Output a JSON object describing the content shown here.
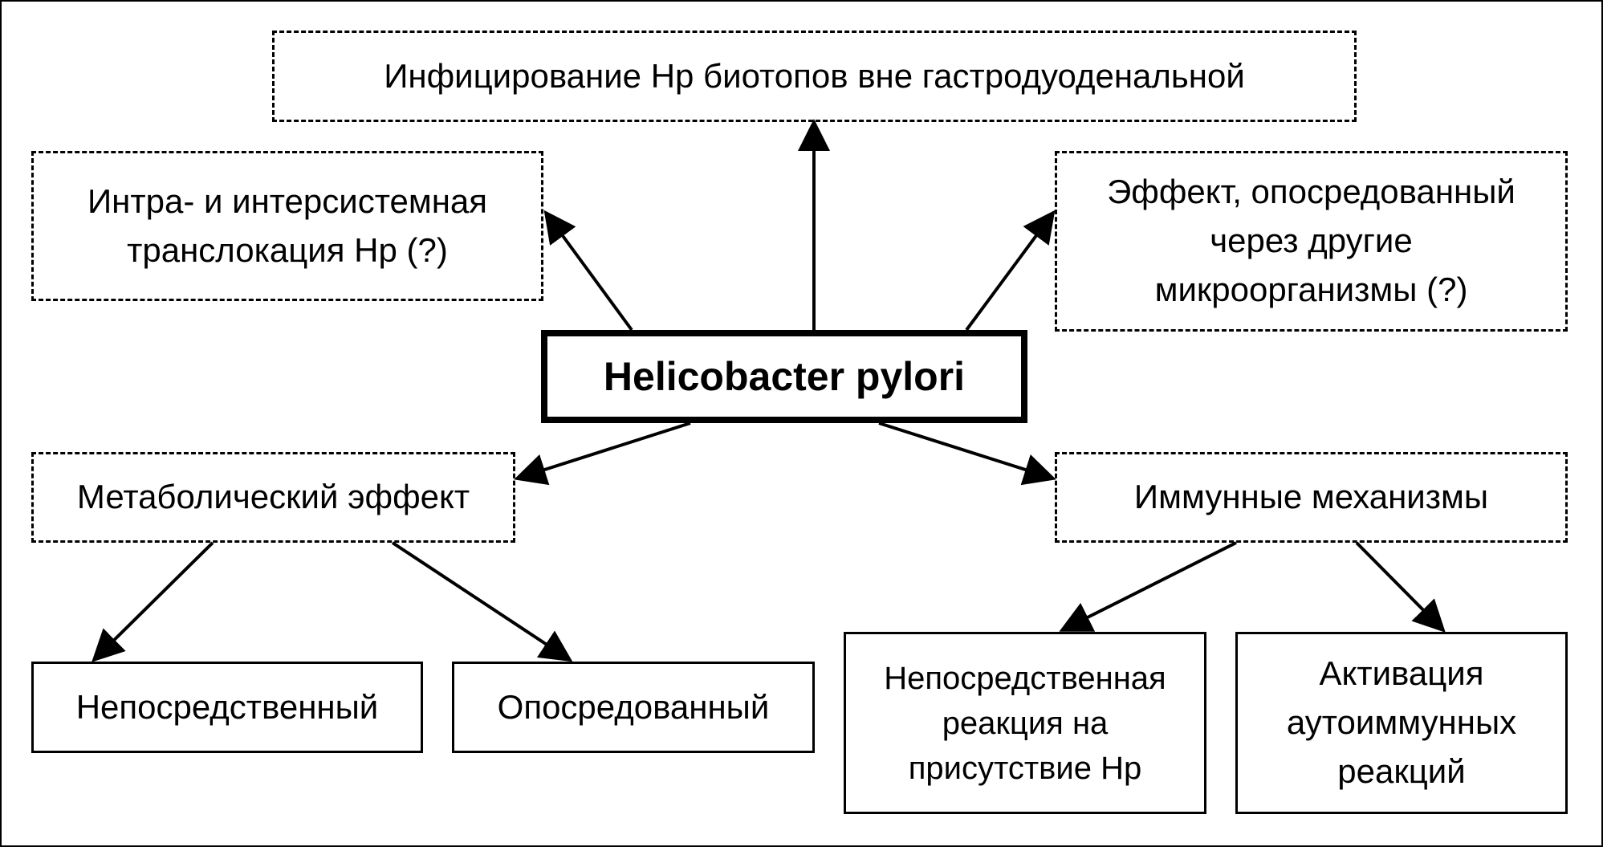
{
  "center": {
    "label": "Helicobacter pylori"
  },
  "top": {
    "label": "Инфицирование Нр биотопов вне гастродуоденальной"
  },
  "upper_left": {
    "label": "Интра- и интерсистемная\nтранслокация Нр (?)"
  },
  "upper_right": {
    "label": "Эффект, опосредованный\nчерез другие\nмикроорганизмы (?)"
  },
  "metabolic": {
    "label": "Метаболический эффект"
  },
  "immune": {
    "label": "Иммунные механизмы"
  },
  "direct": {
    "label": "Непосредственный"
  },
  "mediated": {
    "label": "Опосредованный"
  },
  "direct_reaction": {
    "label": "Непосредственная\nреакция на\nприсутствие Нр"
  },
  "autoimmune": {
    "label": "Активация\nаутоиммунных\nреакций"
  }
}
